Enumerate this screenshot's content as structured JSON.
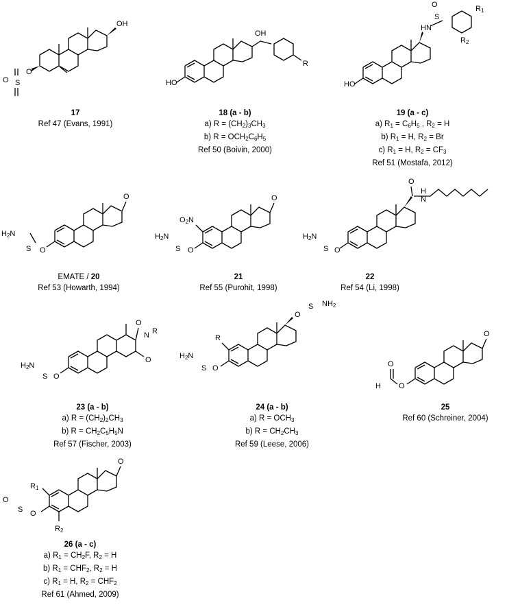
{
  "compounds": {
    "c17": {
      "number": "17",
      "ref": "Ref 47 (Evans, 1991)",
      "labels": {
        "oh": "OH",
        "o": "O",
        "s": "S",
        "om": "O"
      }
    },
    "c18": {
      "number": "18 (a - b)",
      "options": [
        "a) R = (CH",
        "b) R = OCH"
      ],
      "ref": "Ref 50 (Boivin, 2000)",
      "labels": {
        "oh": "OH",
        "ho": "HO",
        "r": "R"
      }
    },
    "c19": {
      "number": "19 (a - c)",
      "options": [
        "a) R",
        "b) R",
        "c) R"
      ],
      "ref": "Ref 51 (Mostafa, 2012)",
      "labels": {
        "hn": "HN",
        "s": "S",
        "o": "O",
        "r1": "R",
        "r2": "R",
        "ho": "HO"
      }
    },
    "c20": {
      "name": "EMATE / ",
      "number": "20",
      "ref": "Ref 53 (Howarth, 1994)",
      "labels": {
        "h2n": "H",
        "o": "O",
        "s": "S"
      }
    },
    "c21": {
      "number": "21",
      "ref": "Ref 55 (Purohit, 1998)",
      "labels": {
        "no2": "O",
        "o": "O",
        "s": "S"
      }
    },
    "c22": {
      "number": "22",
      "ref": "Ref 54 (Li, 1998)",
      "labels": {
        "o": "O",
        "n": "N",
        "h": "H",
        "s": "S"
      }
    },
    "c23": {
      "number": "23 (a - b)",
      "options": [
        "a) R = (CH",
        "b) R = CH"
      ],
      "ref": "Ref 57 (Fischer, 2003)",
      "labels": {
        "o": "O",
        "n": "N",
        "r": "R",
        "s": "S"
      }
    },
    "c24": {
      "number": "24 (a - b)",
      "options": [
        "a) R = OCH",
        "b) R = CH"
      ],
      "ref": "Ref 59 (Leese, 2006)",
      "labels": {
        "o": "O",
        "s": "S",
        "nh2": "NH",
        "r": "R"
      }
    },
    "c25": {
      "number": "25",
      "ref": "Ref 60 (Schreiner, 2004)",
      "labels": {
        "o": "O",
        "h": "H"
      }
    },
    "c26": {
      "number": "26 (a - c)",
      "options": [
        "a) R",
        "b) R",
        "c) R"
      ],
      "ref": "Ref 61 (Ahmed, 2009)",
      "labels": {
        "o": "O",
        "s": "S",
        "r1": "R",
        "r2": "R"
      }
    }
  }
}
